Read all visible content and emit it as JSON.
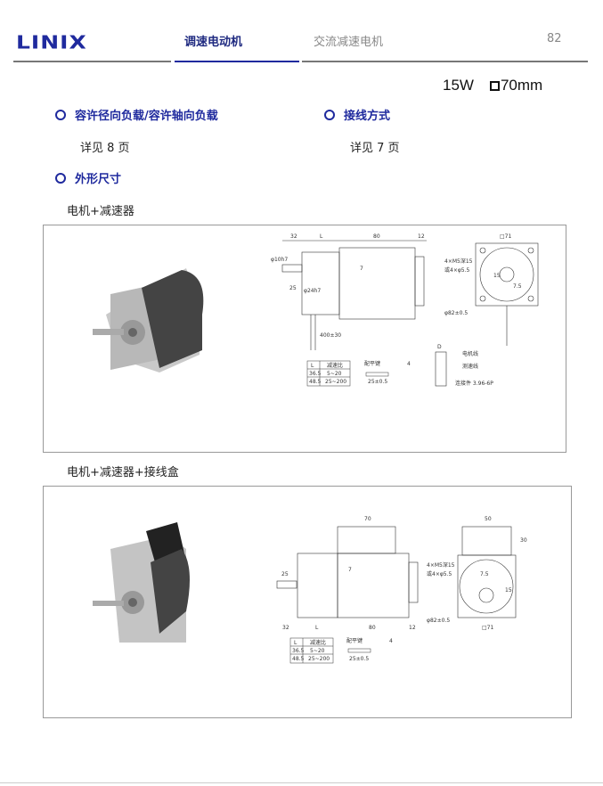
{
  "header": {
    "logo": "LINIX",
    "tab_active": "调速电动机",
    "tab_inactive": "交流减速电机",
    "page_number": "82"
  },
  "spec": {
    "power": "15W",
    "frame": "70mm"
  },
  "sections": [
    {
      "title": "容许径向负载/容许轴向负载",
      "note": "详见 8 页"
    },
    {
      "title": "接线方式",
      "note": "详见 7 页"
    },
    {
      "title": "外形尺寸"
    }
  ],
  "figures": [
    {
      "caption": "电机+减速器",
      "dims": {
        "d32": "32",
        "dL": "L",
        "d80": "80",
        "d12": "12",
        "d25": "25",
        "d7": "7",
        "d400": "400±30",
        "dsq": "□71",
        "holes1": "4×M5深15",
        "holes2": "或4×φ5.5",
        "dpcd": "φ82±0.5",
        "d15": "15",
        "d75": "7.5",
        "dshaft": "φ10h7",
        "dpilot": "φ24h7"
      },
      "table": {
        "headers": [
          "L",
          "减速比"
        ],
        "rows": [
          [
            "36.5",
            "5~20"
          ],
          [
            "48.5",
            "25~200"
          ]
        ]
      },
      "key": {
        "label": "配平键",
        "len": "25±0.5",
        "w": "4"
      },
      "wiring": {
        "title": "D",
        "labels": [
          "电机线",
          "测速线",
          "连接件 3.96-6P"
        ]
      }
    },
    {
      "caption": "电机+减速器+接线盒",
      "dims": {
        "d70": "70",
        "d50": "50",
        "d30": "30",
        "d32": "32",
        "dL": "L",
        "d80": "80",
        "d12": "12",
        "d25": "25",
        "d7": "7",
        "dsq": "□71",
        "holes1": "4×M5深15",
        "holes2": "或4×φ5.5",
        "dpcd": "φ82±0.5",
        "d15": "15",
        "d75": "7.5"
      },
      "table": {
        "headers": [
          "L",
          "减速比"
        ],
        "rows": [
          [
            "36.5",
            "5~20"
          ],
          [
            "48.5",
            "25~200"
          ]
        ]
      },
      "key": {
        "label": "配平键",
        "len": "25±0.5",
        "w": "4"
      }
    }
  ],
  "colors": {
    "brand": "#1f2a9e",
    "rule": "#777"
  }
}
